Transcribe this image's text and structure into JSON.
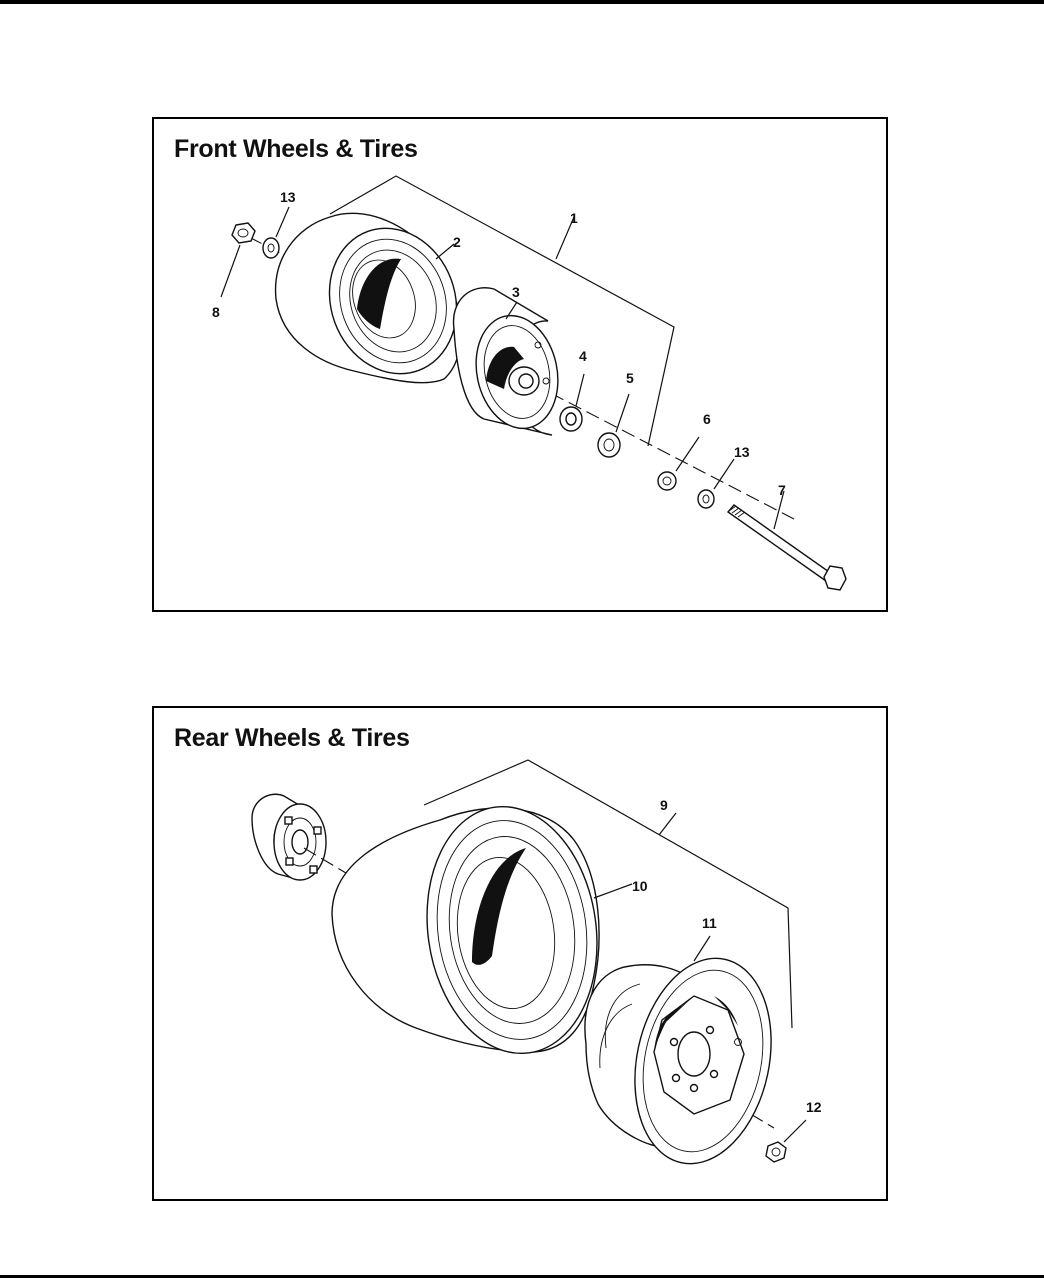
{
  "front_panel": {
    "title": "Front Wheels & Tires",
    "callouts": [
      "13",
      "1",
      "2",
      "8",
      "3",
      "4",
      "5",
      "6",
      "13",
      "7"
    ]
  },
  "rear_panel": {
    "title": "Rear Wheels & Tires",
    "callouts": [
      "9",
      "10",
      "11",
      "12"
    ]
  }
}
